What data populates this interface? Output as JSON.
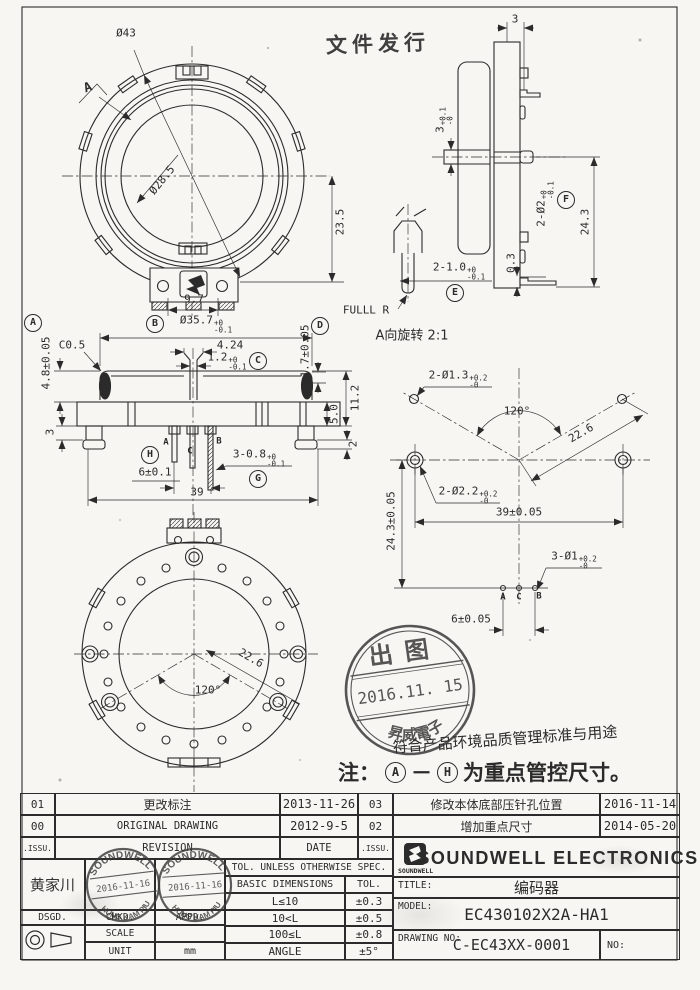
{
  "page": {
    "release_stamp": "文件发行"
  },
  "front": {
    "section_label": "A",
    "dia_outer": "Ø43",
    "dia_inner": "Ø28.5",
    "height": "23.5",
    "width": "9.7"
  },
  "side": {
    "top_w": "3",
    "slot": {
      "m": "3",
      "u": "+0.1",
      "d": "-0"
    },
    "holes": {
      "m": "2-Ø2",
      "u": "+0",
      "d": "-0.1"
    },
    "co_f": "F",
    "height": "24.3",
    "gap": "0.3",
    "pin": {
      "m": "2-1.0",
      "u": "+0",
      "d": "-0.1"
    },
    "co_e": "E",
    "full_r": "FULLL R",
    "rotate_note": "A向旋转 2:1"
  },
  "section": {
    "co_a": "A",
    "dim_a": "4.8±0.05",
    "chamfer": "C0.5",
    "co_b": "B",
    "dia": {
      "m": "Ø35.7",
      "u": "+0",
      "d": "-0.1"
    },
    "w424": "4.24",
    "slot": {
      "m": "1.2",
      "u": "+0",
      "d": "-0.1"
    },
    "co_c": "C",
    "co_d": "D",
    "dim_d": "1.7±0.05",
    "h112": "11.2",
    "h50": "5.0",
    "h3": "3",
    "h2": "2",
    "co_h": "H",
    "dim_h": "6±0.1",
    "pinw": {
      "m": "3-0.8",
      "u": "+0",
      "d": "-0.1"
    },
    "co_g": "G",
    "w39": "39",
    "pa": "A",
    "pc": "C",
    "pb": "B"
  },
  "holes": {
    "small": {
      "m": "2-Ø1.3",
      "u": "+0.2",
      "d": "-0"
    },
    "angle": "120°",
    "radius": "22.6",
    "big": {
      "m": "2-Ø2.2",
      "u": "+0.2",
      "d": "-0"
    },
    "w39": "39±0.05",
    "h243": "24.3±0.05",
    "pin": {
      "m": "3-Ø1",
      "u": "+0.2",
      "d": "-0"
    },
    "pa": "A",
    "pc": "C",
    "pb": "B",
    "w6": "6±0.05"
  },
  "bottom": {
    "radius": "22.6",
    "angle": "120°"
  },
  "issue_stamp": {
    "top": "出图",
    "date": "2016.11. 15",
    "company": "昇威電子"
  },
  "notes": {
    "compliance": "符合产品环境品质管理标准与用途",
    "key_prefix": "注：",
    "key_a": "A",
    "key_dash": "－",
    "key_h": "H",
    "key_suffix": "为重点管控尺寸。"
  },
  "rev": {
    "r1": {
      "no": "01",
      "desc": "更改标注",
      "date": "2013-11-26",
      "no2": "03",
      "desc2": "修改本体底部压针孔位置",
      "date2": "2016-11-14"
    },
    "r2": {
      "no": "00",
      "desc": "ORIGINAL DRAWING",
      "date": "2012-9-5",
      "no2": "02",
      "desc2": "增加重点尺寸",
      "date2": "2014-05-20"
    },
    "hdr": {
      "issu": ".ISSU.",
      "revision": "REVISION",
      "date": "DATE",
      "issu2": ".ISSU."
    }
  },
  "tb": {
    "designer": "黄家川",
    "dsgd": "DSGD.",
    "chkd": "CHKD.",
    "appd": "APPD.",
    "scale": "SCALE",
    "unit": "UNIT",
    "unit_val": "mm",
    "tol_hdr": "TOL. UNLESS OTHERWISE SPEC.",
    "basic": "BASIC DIMENSIONS",
    "tol": "TOL.",
    "t1": {
      "range": "L≤10",
      "tol": "±0.3"
    },
    "t2": {
      "range": "10<L",
      "tol": "±0.5"
    },
    "t3": {
      "range": "100≤L",
      "tol": "±0.8"
    },
    "t4": {
      "range": "ANGLE",
      "tol": "±5°"
    },
    "company": "SOUNDWELL ELECTRONICS",
    "logo_caption": "SOUNDWELL",
    "title_label": "TITLE:",
    "title": "编码器",
    "model_label": "MODEL:",
    "model": "EC430102X2A-HA1",
    "drawing_label": "DRAWING NO:",
    "drawing_no": "C-EC43XX-0001",
    "no_label": "NO:"
  },
  "sig_stamp": {
    "company": "SOUNDWELL",
    "date": "2016-11-16",
    "name": "HUNG KAM PIU"
  }
}
